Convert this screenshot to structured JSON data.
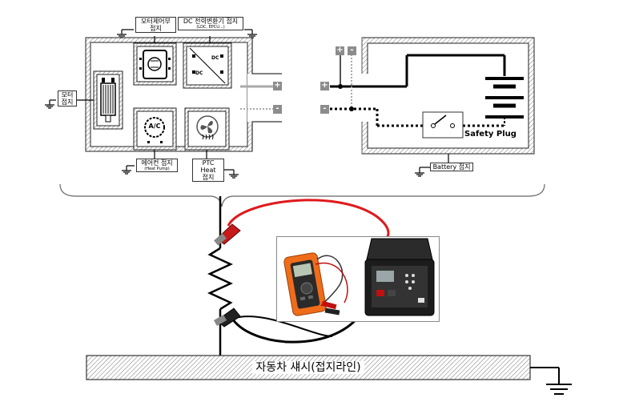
{
  "labels": {
    "motor_ground": "모터\n접지",
    "motor_ctrl_ground": "모터제어부\n접지",
    "dc_converter_ground": "DC 전력변환기 접지",
    "dc_converter_sub": "(LDC, EPCU...)",
    "aircon_ground": "에어컨 접지",
    "aircon_sub": "(Heat Pump)",
    "ptc_ground": "PTC Heat\n접지",
    "battery_ground": "Battery 접지",
    "safety_plug": "Safety Plug",
    "chassis": "자동차 섀시(접지라인)"
  },
  "signs": {
    "plus": "+",
    "minus": "-"
  },
  "icons": {
    "aircon_text": "A/C",
    "dc_top": "DC",
    "dc_bottom": "DC"
  },
  "colors": {
    "red_lead": "#e0191b",
    "black_lead": "#000000",
    "tester_orange": "#ef6d1a",
    "case_black": "#1c1c1c"
  }
}
